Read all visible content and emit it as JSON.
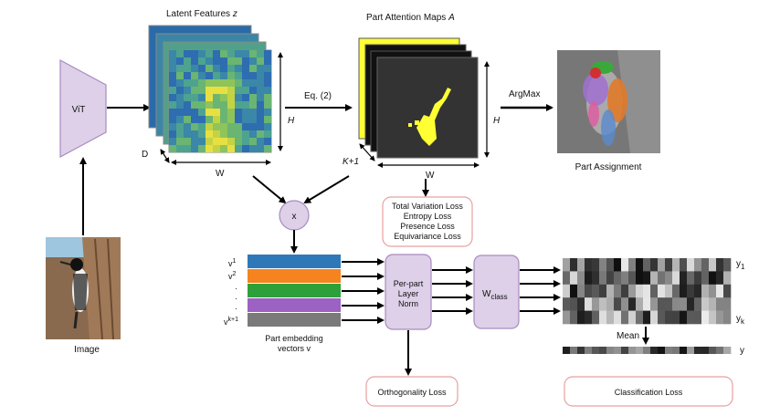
{
  "titles": {
    "latent_features": "Latent Features ",
    "latent_features_var": "z",
    "part_attention": "Part Attention Maps ",
    "part_attention_var": "A",
    "part_assignment": "Part  Assignment"
  },
  "blocks": {
    "vit": "ViT",
    "x_node": "x",
    "per_part_norm": [
      "Per-part",
      "Layer",
      "Norm"
    ],
    "w_class": "W",
    "w_class_sub": "class"
  },
  "edges": {
    "eq2": "Eq. (2)",
    "argmax": "ArgMax",
    "mean": "Mean"
  },
  "dims": {
    "H": "H",
    "W": "W",
    "D": "D",
    "K1": "K+1"
  },
  "losses": {
    "attention": [
      "Total Variation Loss",
      "Entropy Loss",
      "Presence Loss",
      "Equivariance Loss"
    ],
    "orthogonality": "Orthogonality Loss",
    "classification": "Classification Loss"
  },
  "embedding": {
    "caption": [
      "Part embedding",
      "vectors v"
    ],
    "v1_base": "v",
    "v1_sup": "1",
    "v2_base": "v",
    "v2_sup": "2",
    "vk_base": "v",
    "vk_sup": "k+1",
    "dots": [
      "·",
      "·",
      "·"
    ],
    "colors": [
      "#2f78b8",
      "#f5831f",
      "#2ea03a",
      "#9b62c3",
      "#7a7a7a"
    ]
  },
  "outputs": {
    "y1_base": "y",
    "y1_sub": "1",
    "yk_base": "y",
    "yk_sub": "k",
    "y": "y"
  },
  "image_label": "Image",
  "colors": {
    "block_fill": "#ddd0e8",
    "block_stroke": "#a88bbf",
    "loss_stroke": "#e8a0a0",
    "attention_yellow": "#ffff33"
  }
}
